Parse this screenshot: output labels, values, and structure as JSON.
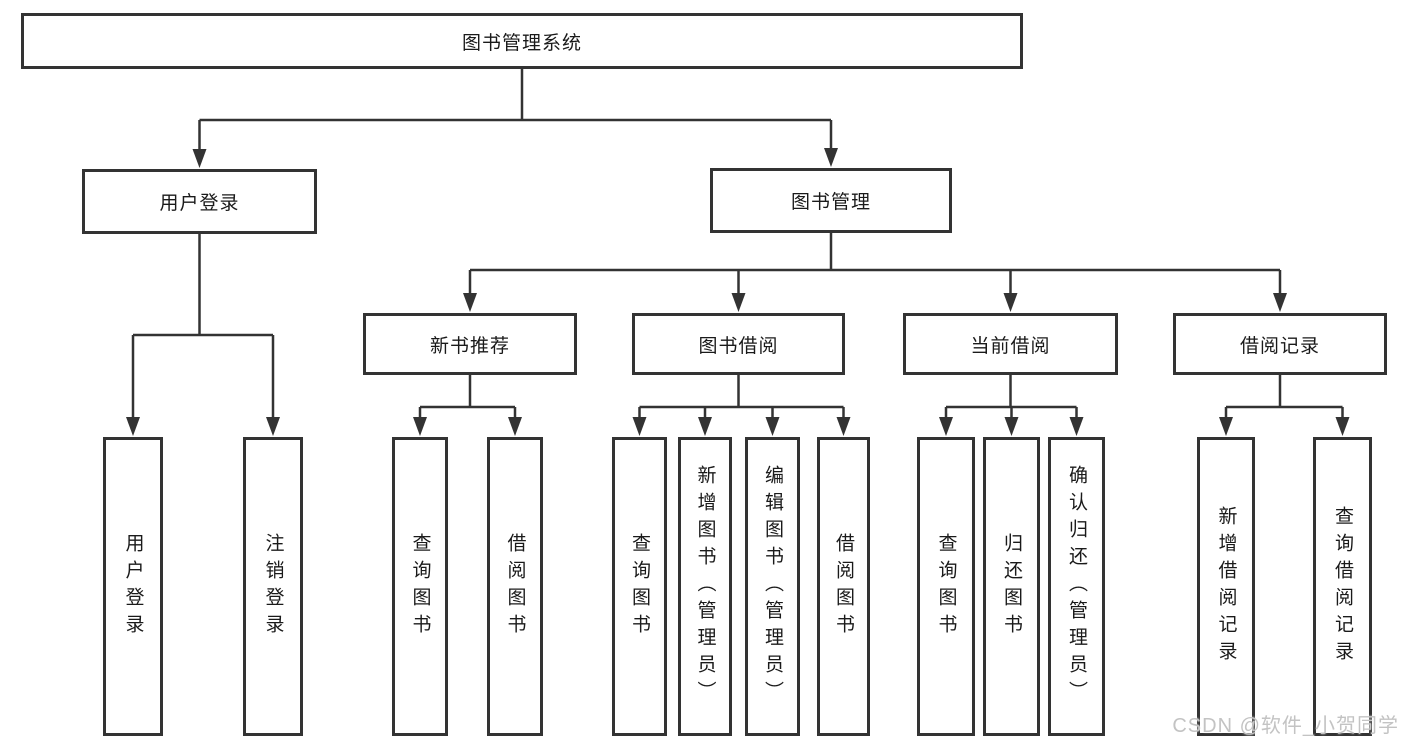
{
  "colors": {
    "line": "#333333",
    "text": "#1a1a1a",
    "watermark": "#c3c3c3"
  },
  "nodes": {
    "root": {
      "label": "图书管理系统"
    },
    "level2": [
      {
        "label": "用户登录"
      },
      {
        "label": "图书管理"
      }
    ],
    "level3": [
      {
        "label": "新书推荐"
      },
      {
        "label": "图书借阅"
      },
      {
        "label": "当前借阅"
      },
      {
        "label": "借阅记录"
      }
    ],
    "leaves": {
      "user_login": [
        {
          "label": "用户登录"
        },
        {
          "label": "注销登录"
        }
      ],
      "new_book_recommend": [
        {
          "label": "查询图书"
        },
        {
          "label": "借阅图书"
        }
      ],
      "book_borrow": [
        {
          "label": "查询图书"
        },
        {
          "label": "新增图书（管理员）"
        },
        {
          "label": "编辑图书（管理员）"
        },
        {
          "label": "借阅图书"
        }
      ],
      "current_borrow": [
        {
          "label": "查询图书"
        },
        {
          "label": "归还图书"
        },
        {
          "label": "确认归还（管理员）"
        }
      ],
      "borrow_record": [
        {
          "label": "新增借阅记录"
        },
        {
          "label": "查询借阅记录"
        }
      ]
    }
  },
  "watermark": "CSDN @软件_小贺同学"
}
